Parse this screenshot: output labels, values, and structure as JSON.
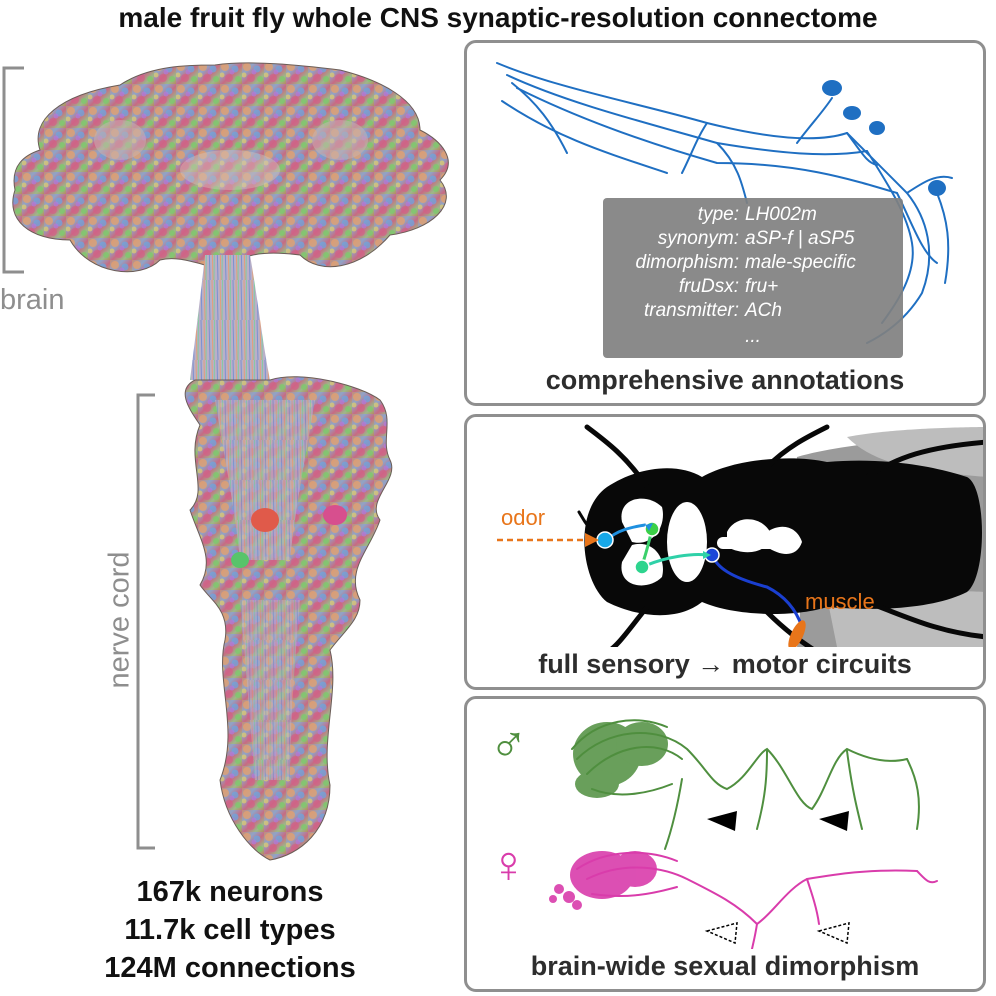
{
  "title": "male fruit fly whole CNS synaptic-resolution connectome",
  "labels": {
    "brain": "brain",
    "nerve_cord": "nerve cord"
  },
  "stats": [
    "167k neurons",
    "11.7k cell types",
    "124M connections"
  ],
  "panels": {
    "annotations": {
      "title": "comprehensive annotations",
      "rows": [
        {
          "key": "type:",
          "value": "LH002m"
        },
        {
          "key": "synonym:",
          "value": "aSP-f | aSP5"
        },
        {
          "key": "dimorphism:",
          "value": "male-specific"
        },
        {
          "key": "fruDsx:",
          "value": "fru+"
        },
        {
          "key": "transmitter:",
          "value": "ACh"
        }
      ],
      "ellipsis": "...",
      "neuron_color": "#1f6fc2"
    },
    "circuits": {
      "title": "full sensory → motor circuits",
      "odor_label": "odor",
      "muscle_label": "muscle",
      "accent": "#e8751a"
    },
    "dimorphism": {
      "title": "brain-wide sexual dimorphism",
      "male_symbol": "♂",
      "female_symbol": "♀",
      "male_color": "#4f8f3f",
      "female_color": "#d93cab"
    }
  }
}
